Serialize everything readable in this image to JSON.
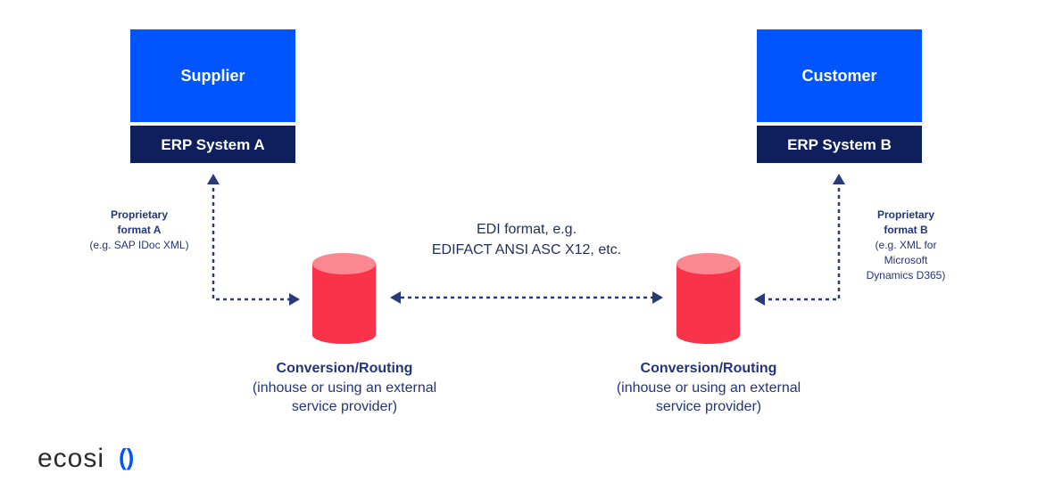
{
  "supplier": {
    "title": "Supplier",
    "erp": "ERP System A"
  },
  "customer": {
    "title": "Customer",
    "erp": "ERP System B"
  },
  "left_label": {
    "line1": "Proprietary",
    "line2": "format A",
    "line3": "(e.g. SAP IDoc XML)"
  },
  "right_label": {
    "line1": "Proprietary",
    "line2": "format B",
    "line3": "(e.g. XML for",
    "line4": "Microsoft",
    "line5": "Dynamics D365)"
  },
  "middle_label": {
    "line1": "EDI format, e.g.",
    "line2": "EDIFACT ANSI ASC X12, etc."
  },
  "conversion_left": {
    "title": "Conversion/Routing",
    "line2": "(inhouse or using an external",
    "line3": "service provider)"
  },
  "conversion_right": {
    "title": "Conversion/Routing",
    "line2": "(inhouse or using an external",
    "line3": "service provider)"
  },
  "logo": {
    "text": "ecosi",
    "mark": "()"
  },
  "colors": {
    "blue": "#0055ff",
    "navy": "#0f1f5c",
    "red": "#f8334a",
    "red_top": "#fb8790",
    "arrow": "#2a3a78"
  }
}
